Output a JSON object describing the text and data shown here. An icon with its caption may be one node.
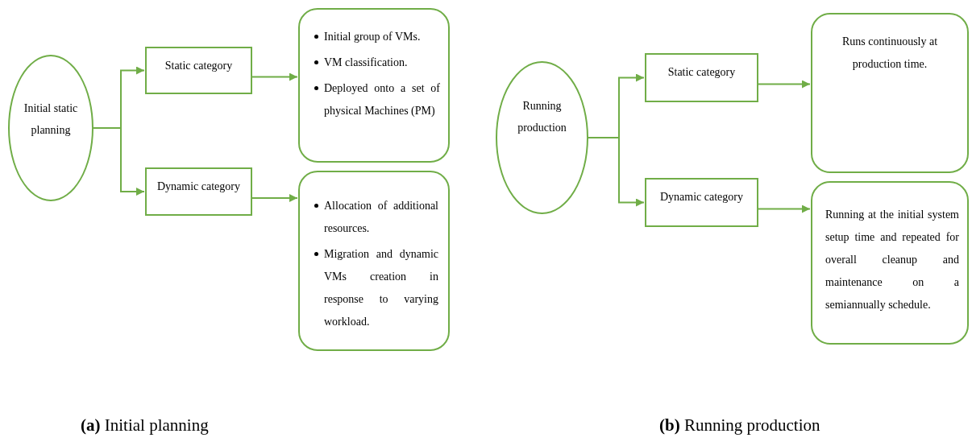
{
  "diagram": {
    "nodes": [
      {
        "text": [
          "Initial static planning"
        ]
      },
      {
        "text": [
          "Static category"
        ]
      },
      {
        "text": [
          "Dynamic category"
        ]
      },
      {
        "text": [
          "Initial group of VMs.",
          "VM classification.",
          "Deployed onto a set of physical Machines (PM)"
        ]
      },
      {
        "text": [
          "Allocation of additional resources.",
          "Migration and dynamic VMs creation in response to varying workload."
        ]
      },
      {
        "text": [
          "Running production"
        ]
      },
      {
        "text": [
          "Static category"
        ]
      },
      {
        "text": [
          "Dynamic category"
        ]
      },
      {
        "text": [
          "Runs continuously at production time."
        ]
      },
      {
        "text": [
          "Running at the initial system setup time and repeated for overall cleanup and maintenance on a semiannually schedule."
        ]
      }
    ],
    "edges": [
      {
        "from": 0,
        "to": 1,
        "arrow": "to"
      },
      {
        "from": 0,
        "to": 2,
        "arrow": "to"
      },
      {
        "from": 1,
        "to": 3,
        "arrow": "to"
      },
      {
        "from": 2,
        "to": 4,
        "arrow": "to"
      },
      {
        "from": 5,
        "to": 6,
        "arrow": "to"
      },
      {
        "from": 5,
        "to": 7,
        "arrow": "to"
      },
      {
        "from": 6,
        "to": 8,
        "arrow": "to"
      },
      {
        "from": 7,
        "to": 9,
        "arrow": "to"
      }
    ],
    "labels": [
      "**(a)**  Initial planning",
      "**(b)** Running production"
    ]
  }
}
